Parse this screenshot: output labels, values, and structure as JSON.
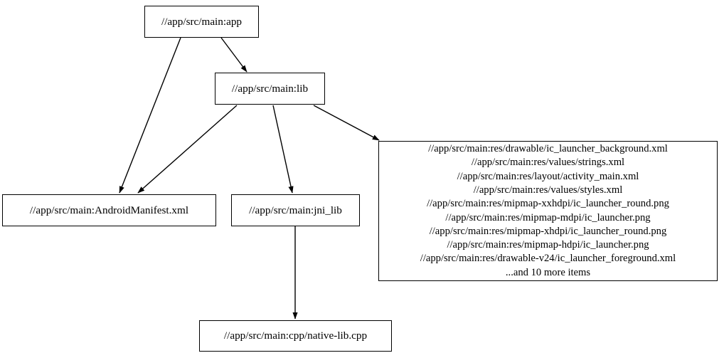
{
  "graph": {
    "type": "directed-dependency-graph",
    "background_color": "#ffffff",
    "node_border_color": "#000000",
    "edge_color": "#000000",
    "text_color": "#000000",
    "nodes": [
      {
        "id": "app",
        "label": "//app/src/main:app"
      },
      {
        "id": "lib",
        "label": "//app/src/main:lib"
      },
      {
        "id": "manifest",
        "label": "//app/src/main:AndroidManifest.xml"
      },
      {
        "id": "jni",
        "label": "//app/src/main:jni_lib"
      },
      {
        "id": "cpp",
        "label": "//app/src/main:cpp/native-lib.cpp"
      },
      {
        "id": "res",
        "label": ""
      }
    ],
    "res_node_lines": [
      "//app/src/main:res/drawable/ic_launcher_background.xml",
      "//app/src/main:res/values/strings.xml",
      "//app/src/main:res/layout/activity_main.xml",
      "//app/src/main:res/values/styles.xml",
      "//app/src/main:res/mipmap-xxhdpi/ic_launcher_round.png",
      "//app/src/main:res/mipmap-mdpi/ic_launcher.png",
      "//app/src/main:res/mipmap-xhdpi/ic_launcher_round.png",
      "//app/src/main:res/mipmap-hdpi/ic_launcher.png",
      "//app/src/main:res/drawable-v24/ic_launcher_foreground.xml",
      "...and 10 more items"
    ],
    "edges": [
      {
        "from": "app",
        "to": "lib"
      },
      {
        "from": "app",
        "to": "manifest"
      },
      {
        "from": "lib",
        "to": "manifest"
      },
      {
        "from": "lib",
        "to": "jni"
      },
      {
        "from": "lib",
        "to": "res"
      },
      {
        "from": "jni",
        "to": "cpp"
      }
    ]
  }
}
